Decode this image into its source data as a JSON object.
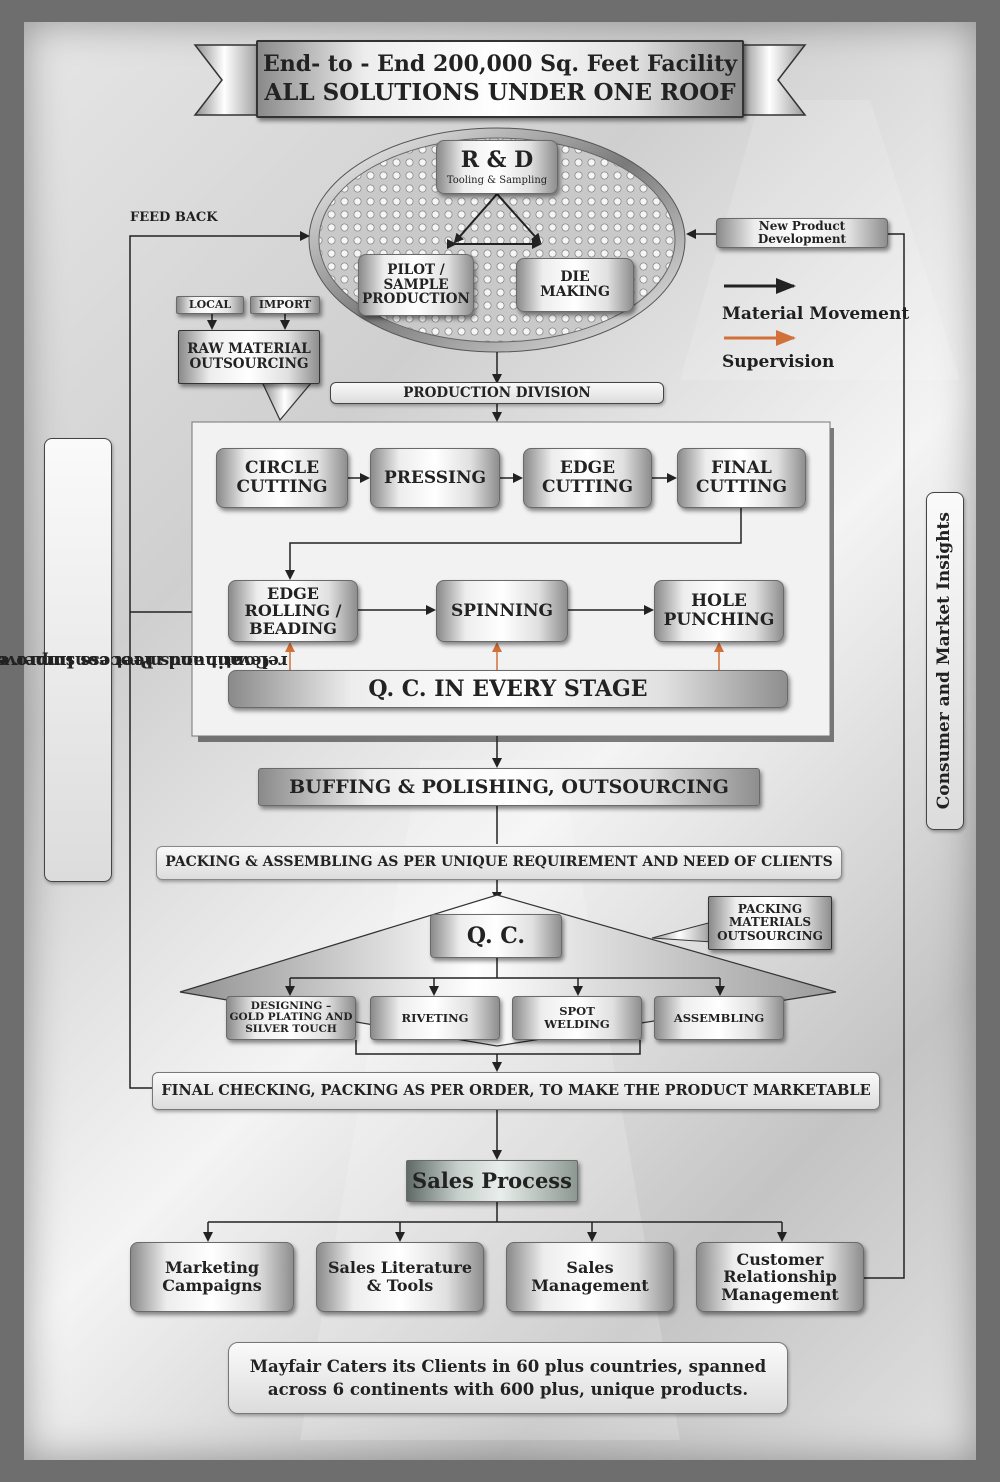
{
  "banner": {
    "line1": "End- to - End 200,000 Sq. Feet Facility",
    "line2": "ALL SOLUTIONS UNDER ONE ROOF"
  },
  "rnd": {
    "title": "R & D",
    "subtitle": "Tooling & Sampling",
    "pilot": [
      "PILOT /",
      "SAMPLE",
      "PRODUCTION"
    ],
    "die": [
      "DIE",
      "MAKING"
    ]
  },
  "feedback_label": "FEED BACK",
  "new_product_development": "New Product Development",
  "legend": {
    "material": "Material Movement",
    "supervision": "Supervision",
    "material_color": "#222222",
    "supervision_color": "#d2703a"
  },
  "sourcing": {
    "local": "LOCAL",
    "import": "IMPORT",
    "raw": [
      "RAW MATERIAL",
      "OUTSOURCING"
    ]
  },
  "production_division": "PRODUCTION DIVISION",
  "production_steps": {
    "circle": [
      "CIRCLE",
      "CUTTING"
    ],
    "pressing": "PRESSING",
    "edge": [
      "EDGE",
      "CUTTING"
    ],
    "final": [
      "FINAL",
      "CUTTING"
    ],
    "rolling": [
      "EDGE",
      "ROLLING /",
      "BEADING"
    ],
    "spinning": "SPINNING",
    "hole": [
      "HOLE",
      "PUNCHING"
    ]
  },
  "qc_every_stage": "Q. C. IN EVERY STAGE",
  "buffing": "BUFFING & POLISHING, OUTSOURCING",
  "packing_assembling": "PACKING & ASSEMBLING AS PER UNIQUE REQUIREMENT AND NEED OF CLIENTS",
  "packing_materials": [
    "PACKING",
    "MATERIALS",
    "OUTSOURCING"
  ],
  "qc": "Q. C.",
  "finishing": {
    "designing": [
      "DESIGNING –",
      "GOLD PLATING AND",
      "SILVER TOUCH"
    ],
    "riveting": "RIVETING",
    "spot": [
      "SPOT",
      "WELDING"
    ],
    "assembling": "ASSEMBLING"
  },
  "final_checking": "FINAL CHECKING, PACKING AS PER ORDER, TO MAKE THE PRODUCT MARKETABLE",
  "sales_process": "Sales Process",
  "sales_items": {
    "marketing": [
      "Marketing",
      "Campaigns"
    ],
    "literature": [
      "Sales Literature",
      "& Tools"
    ],
    "management": [
      "Sales",
      "Management"
    ],
    "crm": [
      "Customer",
      "Relationship",
      "Management"
    ]
  },
  "left_side": [
    "Continuous Process Improvement , to stay",
    "relevant and meet consumer expectations"
  ],
  "right_side": "Consumer and Market Insights",
  "footer": [
    "Mayfair Caters its Clients in 60 plus countries, spanned",
    "across 6 continents with 600 plus, unique products."
  ]
}
